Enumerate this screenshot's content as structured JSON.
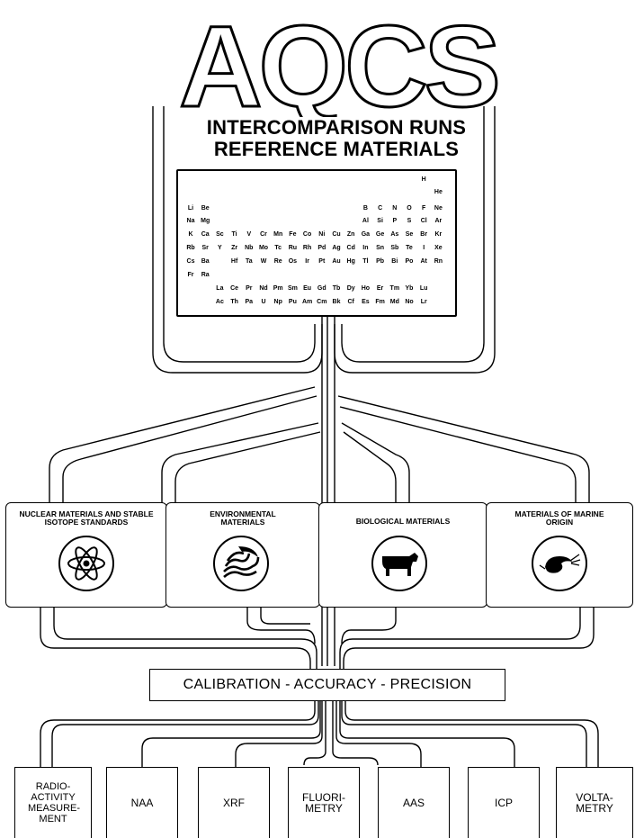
{
  "logo": {
    "text": "AQCS"
  },
  "heading": {
    "line1": "INTERCOMPARISON RUNS",
    "line2": "REFERENCE MATERIALS"
  },
  "periodic_table": {
    "rows": [
      [
        "H"
      ],
      [
        "He"
      ],
      [
        "Li",
        "Be",
        "B",
        "C",
        "N",
        "O",
        "F",
        "Ne"
      ],
      [
        "Na",
        "Mg",
        "Al",
        "Si",
        "P",
        "S",
        "Cl",
        "Ar"
      ],
      [
        "K",
        "Ca",
        "Sc",
        "Ti",
        "V",
        "Cr",
        "Mn",
        "Fe",
        "Co",
        "Ni",
        "Cu",
        "Zn",
        "Ga",
        "Ge",
        "As",
        "Se",
        "Br",
        "Kr"
      ],
      [
        "Rb",
        "Sr",
        "Y",
        "Zr",
        "Nb",
        "Mo",
        "Tc",
        "Ru",
        "Rh",
        "Pd",
        "Ag",
        "Cd",
        "In",
        "Sn",
        "Sb",
        "Te",
        "I",
        "Xe"
      ],
      [
        "Cs",
        "Ba",
        "Hf",
        "Ta",
        "W",
        "Re",
        "Os",
        "Ir",
        "Pt",
        "Au",
        "Hg",
        "Tl",
        "Pb",
        "Bi",
        "Po",
        "At",
        "Rn"
      ],
      [
        "Fr",
        "Ra"
      ],
      [
        "La",
        "Ce",
        "Pr",
        "Nd",
        "Pm",
        "Sm",
        "Eu",
        "Gd",
        "Tb",
        "Dy",
        "Ho",
        "Er",
        "Tm",
        "Yb",
        "Lu"
      ],
      [
        "Ac",
        "Th",
        "Pa",
        "U",
        "Np",
        "Pu",
        "Am",
        "Cm",
        "Bk",
        "Cf",
        "Es",
        "Fm",
        "Md",
        "No",
        "Lr"
      ]
    ]
  },
  "categories": [
    {
      "label": "NUCLEAR MATERIALS AND STABLE ISOTOPE STANDARDS",
      "icon": "atom-icon"
    },
    {
      "label": "ENVIRONMENTAL MATERIALS",
      "icon": "waves-icon"
    },
    {
      "label": "BIOLOGICAL MATERIALS",
      "icon": "cow-icon"
    },
    {
      "label": "MATERIALS OF MARINE ORIGIN",
      "icon": "shrimp-icon"
    }
  ],
  "calibration": {
    "label": "CALIBRATION - ACCURACY - PRECISION"
  },
  "methods": [
    {
      "label": "RADIO-ACTIVITY MEASURE-MENT"
    },
    {
      "label": "NAA"
    },
    {
      "label": "XRF"
    },
    {
      "label": "FLUORI-METRY"
    },
    {
      "label": "AAS"
    },
    {
      "label": "ICP"
    },
    {
      "label": "VOLTA-METRY"
    }
  ]
}
